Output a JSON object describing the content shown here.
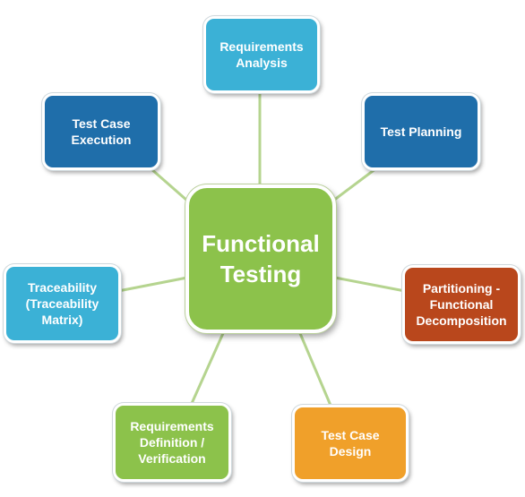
{
  "center": {
    "label": "Functional\nTesting",
    "color": "#8cc24b"
  },
  "nodes": [
    {
      "id": "requirements-analysis",
      "label": "Requirements\nAnalysis",
      "color": "#3bb1d6"
    },
    {
      "id": "test-planning",
      "label": "Test Planning",
      "color": "#1f6eaa"
    },
    {
      "id": "partitioning",
      "label": "Partitioning -\nFunctional\nDecomposition",
      "color": "#b9471c"
    },
    {
      "id": "test-case-design",
      "label": "Test Case\nDesign",
      "color": "#f0a02a"
    },
    {
      "id": "requirements-definition",
      "label": "Requirements\nDefinition /\nVerification",
      "color": "#8cc24b"
    },
    {
      "id": "traceability",
      "label": "Traceability\n(Traceability\nMatrix)",
      "color": "#3bb1d6"
    },
    {
      "id": "test-case-execution",
      "label": "Test Case\nExecution",
      "color": "#1f6eaa"
    }
  ],
  "connector_color": "#b5d48f"
}
